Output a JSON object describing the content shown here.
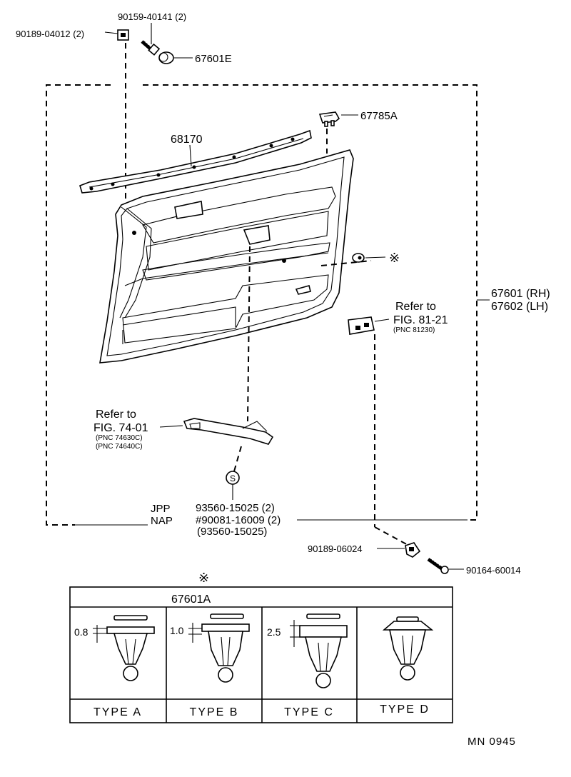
{
  "labels": {
    "clip_nut": "90189-04012 (2)",
    "screw_top": "90159-40141 (2)",
    "cap": "67601E",
    "bezel": "67785A",
    "weatherstrip": "68170",
    "clip_marker": "※",
    "panel_rh": "67601 (RH)",
    "panel_lh": "67602 (LH)",
    "refer_to_right_1": "Refer to",
    "refer_to_right_2": "FIG. 81-21",
    "refer_to_right_3": "(PNC 81230)",
    "refer_to_left_1": "Refer to",
    "refer_to_left_2": "FIG. 74-01",
    "refer_to_left_3": "(PNC 74630C)",
    "refer_to_left_4": "(PNC 74640C)",
    "screw_symbol": "S",
    "jpp": "JPP",
    "nap": "NAP",
    "screw_line_1": "93560-15025 (2)",
    "screw_line_2": "#90081-16009 (2)",
    "screw_line_3": "(93560-15025)",
    "clip_nut_bottom": "90189-06024",
    "screw_bottom": "90164-60014",
    "table_marker": "※",
    "footer_code": "MN 0945"
  },
  "clip_table": {
    "part_number": "67601A",
    "types": [
      {
        "name": "TYPE A",
        "dimension": "0.8"
      },
      {
        "name": "TYPE B",
        "dimension": "1.0"
      },
      {
        "name": "TYPE C",
        "dimension": "2.5"
      },
      {
        "name": "TYPE D",
        "dimension": ""
      }
    ]
  }
}
